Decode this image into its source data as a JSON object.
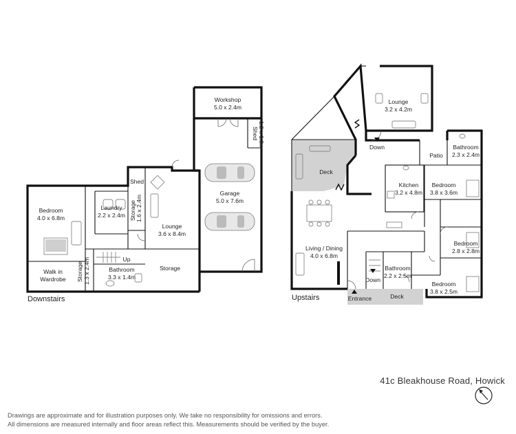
{
  "sections": {
    "downstairs": "Downstairs",
    "upstairs": "Upstairs"
  },
  "address": "41c  Bleakhouse Road, Howick",
  "disclaimer": [
    "Drawings are approximate and for illustration purposes only. We take no responsibility for omissions and errors.",
    "All dimensions are measured internally and floor areas reflect this. Measurements should be verified by the buyer."
  ],
  "rooms": {
    "workshop": {
      "name": "Workshop",
      "size": "5.0 x 2.4m"
    },
    "shed_garage": {
      "name": "Shed",
      "size": "1.2 x 1.8m"
    },
    "garage": {
      "name": "Garage",
      "size": "5.0 x 7.6m"
    },
    "shed_small": {
      "name": "Shed"
    },
    "laundry": {
      "name": "Laundry",
      "size": "2.2 x 2.4m"
    },
    "storage_a": {
      "name": "Storage",
      "size": "1.6 x 2.4m"
    },
    "lounge_down": {
      "name": "Lounge",
      "size": "3.6 x 8.4m"
    },
    "storage_down": {
      "name": "Storage"
    },
    "bedroom_down": {
      "name": "Bedroom",
      "size": "4.0 x 6.8m"
    },
    "walkin": {
      "name": "Walk in",
      "name2": "Wardrobe"
    },
    "storage_b": {
      "name": "Storage",
      "size": "1.3 x 2.4m"
    },
    "up_label": "Up",
    "bathroom_down": {
      "name": "Bathroom",
      "size": "3.3 x 1.4m"
    },
    "lounge_up": {
      "name": "Lounge",
      "size": "3.2 x 4.2m"
    },
    "down_top": "Down",
    "deck_top": "Deck",
    "patio": "Patio",
    "bathroom_up1": {
      "name": "Bathroom",
      "size": "2.3 x 2.4m"
    },
    "kitchen": {
      "name": "Kitchen",
      "size": "3.2 x 4.8m"
    },
    "bedroom_up1": {
      "name": "Bedroom",
      "size": "3.8 x 3.6m"
    },
    "living": {
      "name": "Living / Dining",
      "size": "4.0 x 6.8m"
    },
    "bedroom_up2": {
      "name": "Bedroom",
      "size": "2.8 x 2.8m"
    },
    "bathroom_up2": {
      "name": "Bathroom",
      "size": "2.2 x 2.5m"
    },
    "down_bottom": "Down",
    "bedroom_up3": {
      "name": "Bedroom",
      "size": "3.8 x 2.5m"
    },
    "entrance": "Entrance",
    "deck_bottom": "Deck"
  }
}
